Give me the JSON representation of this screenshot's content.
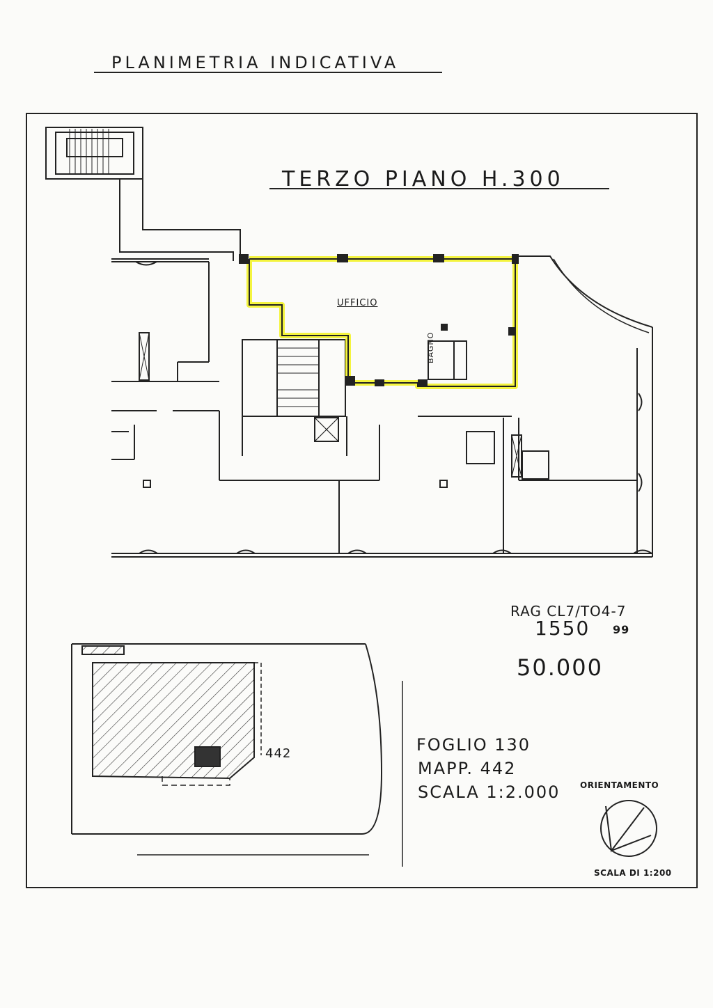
{
  "header": {
    "title": "PLANIMETRIA   INDICATIVA"
  },
  "floor_plan": {
    "floor_title": "TERZO PIANO H.300",
    "rooms": {
      "office": "UFFICIO",
      "bathroom": "BAGNO"
    },
    "highlight_color": "#f3f32a"
  },
  "reference": {
    "code": "RAG CL7/TO4-7",
    "number": "1550",
    "year": "99",
    "price": "50.000"
  },
  "cadastral": {
    "foglio": "FOGLIO 130",
    "mappale": "MAPP. 442",
    "scala": "SCALA 1:2.000",
    "parcel_number": "442"
  },
  "orientation": {
    "label": "ORIENTAMENTO"
  },
  "scale": {
    "label": "SCALA DI 1:200"
  }
}
